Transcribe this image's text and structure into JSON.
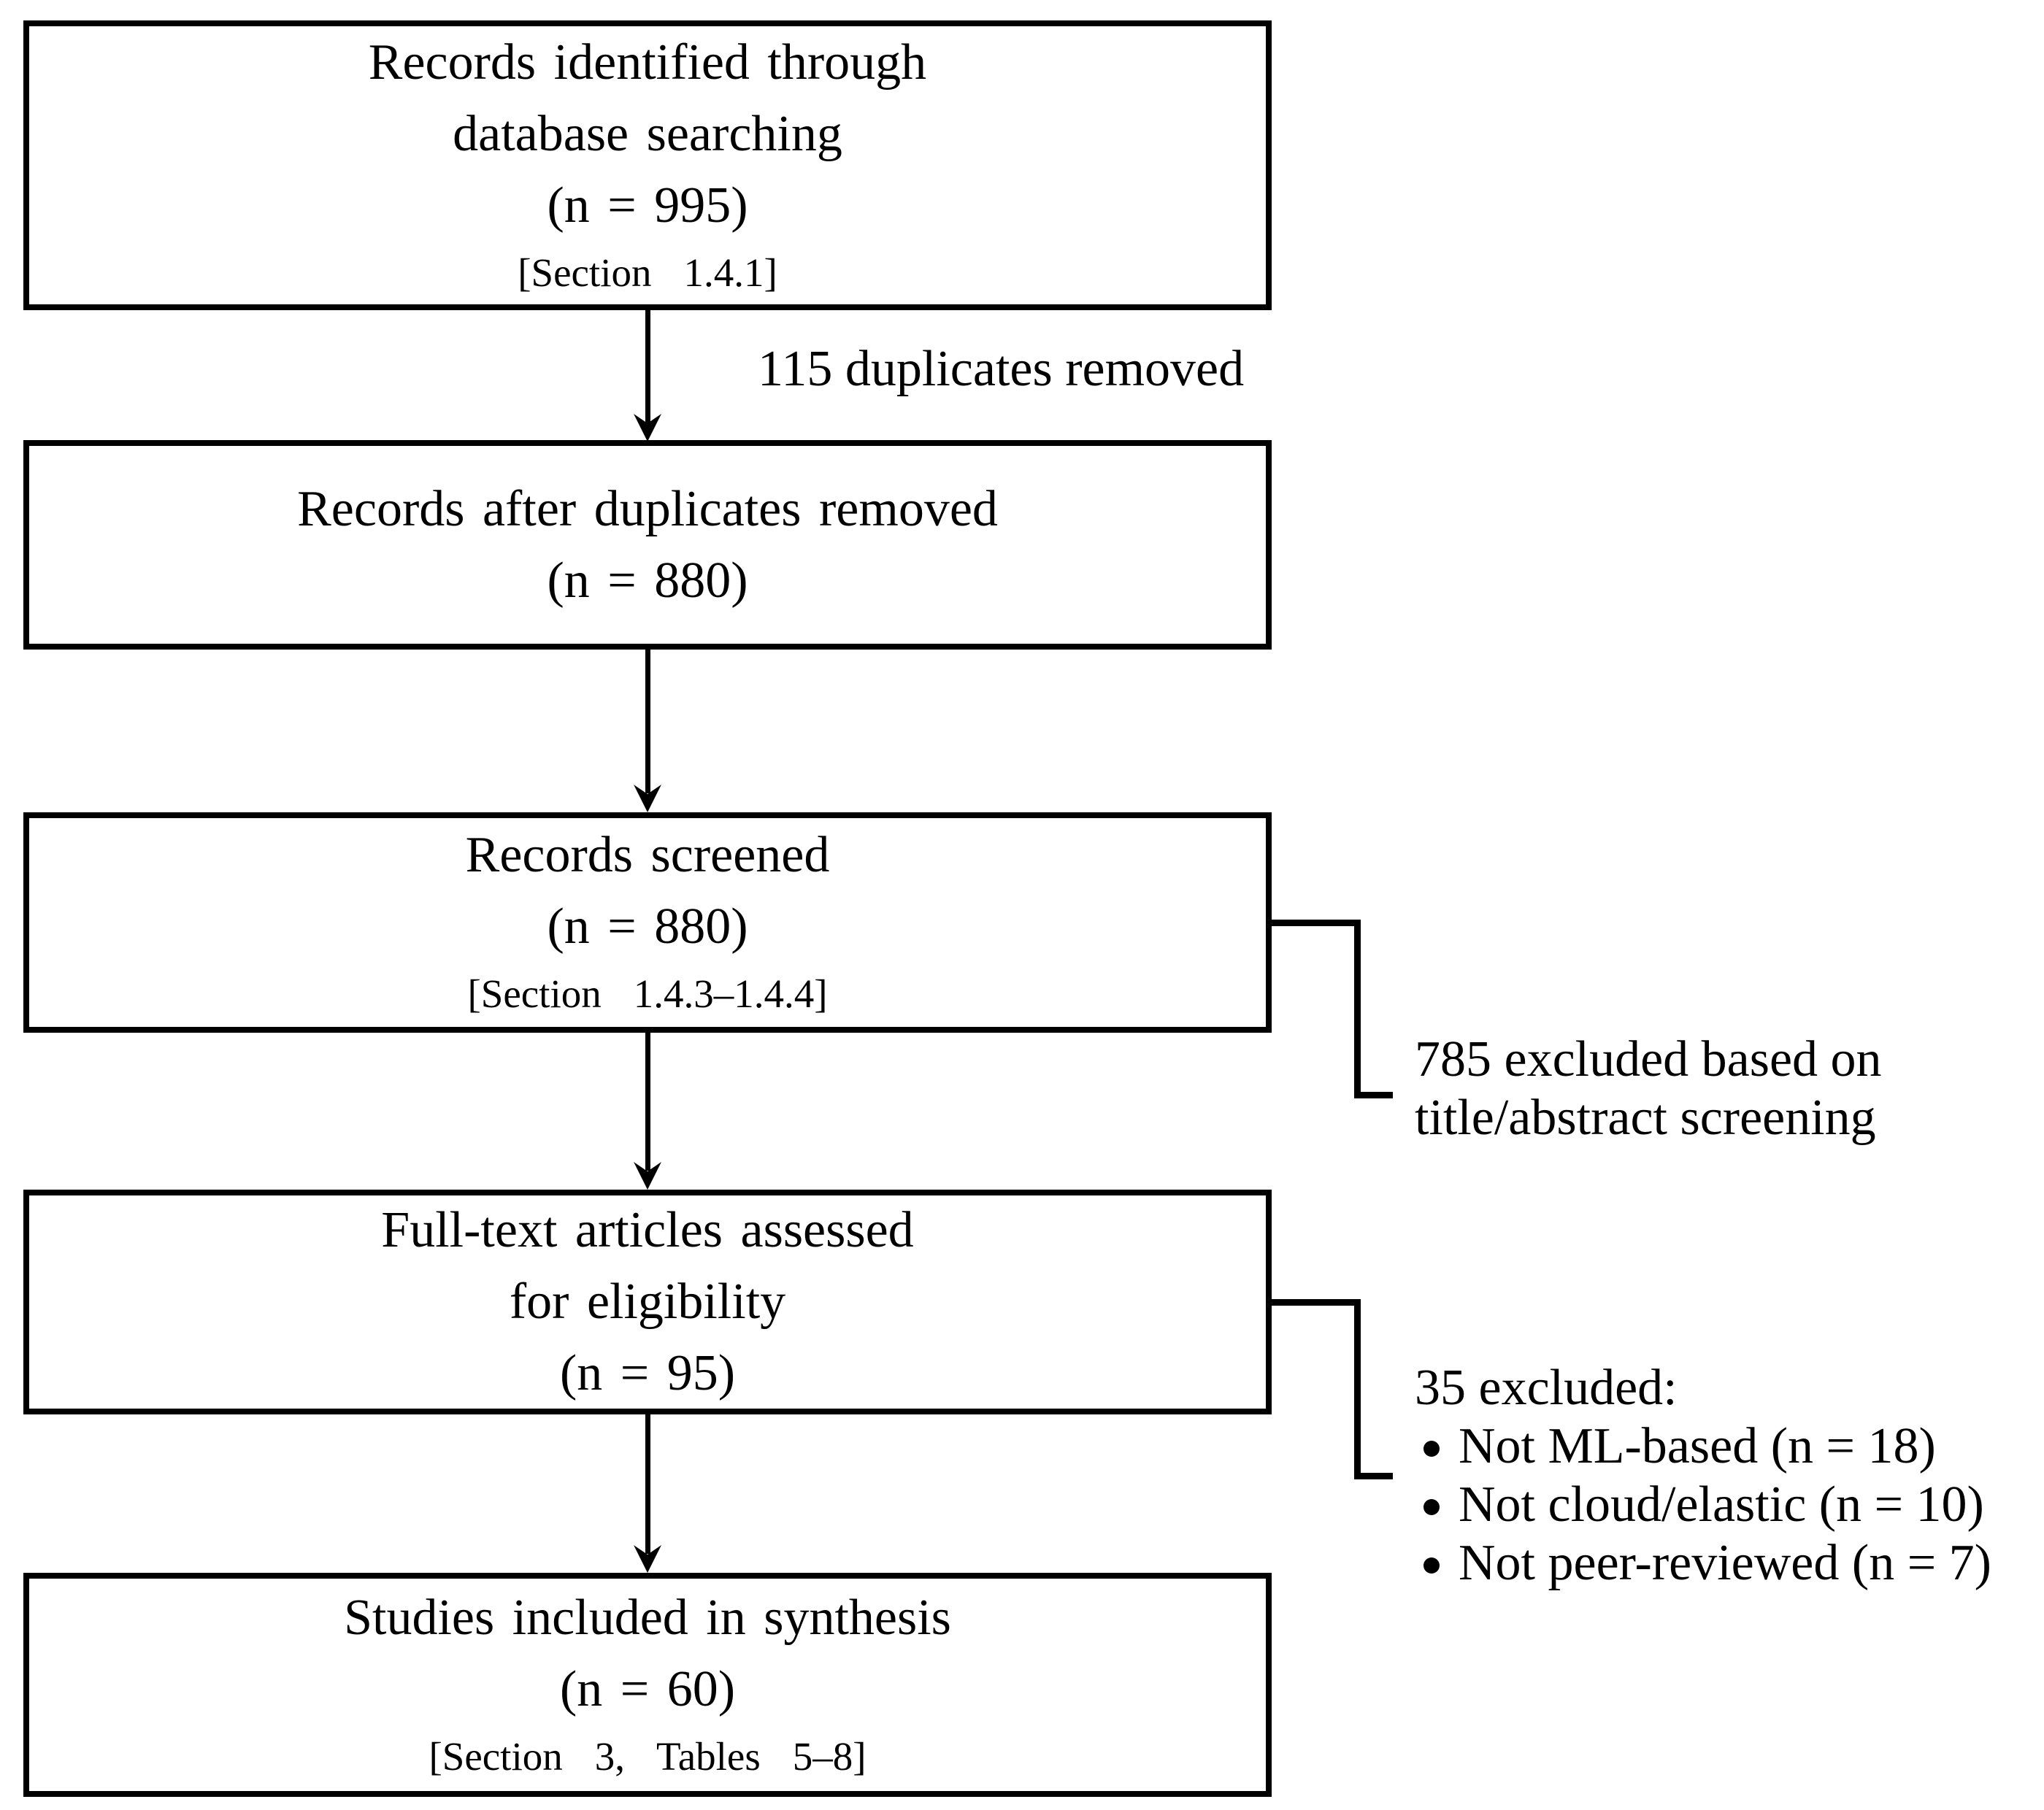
{
  "diagram": {
    "type": "prisma-flow",
    "colors": {
      "background": "#ffffff",
      "line": "#000000",
      "text": "#000000"
    },
    "boxes": [
      {
        "lines": [
          "Records identified through",
          "database searching",
          "(n = 995)"
        ],
        "section": "[Section 1.4.1]"
      },
      {
        "lines": [
          "Records after duplicates removed",
          "(n = 880)"
        ],
        "section": ""
      },
      {
        "lines": [
          "Records screened",
          "(n = 880)"
        ],
        "section": "[Section 1.4.3–1.4.4]"
      },
      {
        "lines": [
          "Full-text articles assessed",
          "for eligibility",
          "(n = 95)"
        ],
        "section": ""
      },
      {
        "lines": [
          "Studies included in synthesis",
          "(n = 60)"
        ],
        "section": "[Section 3, Tables 5–8]"
      }
    ],
    "arrow_label": "115 duplicates removed",
    "exclusion_1": {
      "lines": [
        "785 excluded based on",
        "title/abstract screening"
      ]
    },
    "exclusion_2": {
      "header": "35 excluded:",
      "bullets": [
        "Not ML-based (n = 18)",
        "Not cloud/elastic (n = 10)",
        "Not peer-reviewed (n = 7)"
      ]
    }
  }
}
